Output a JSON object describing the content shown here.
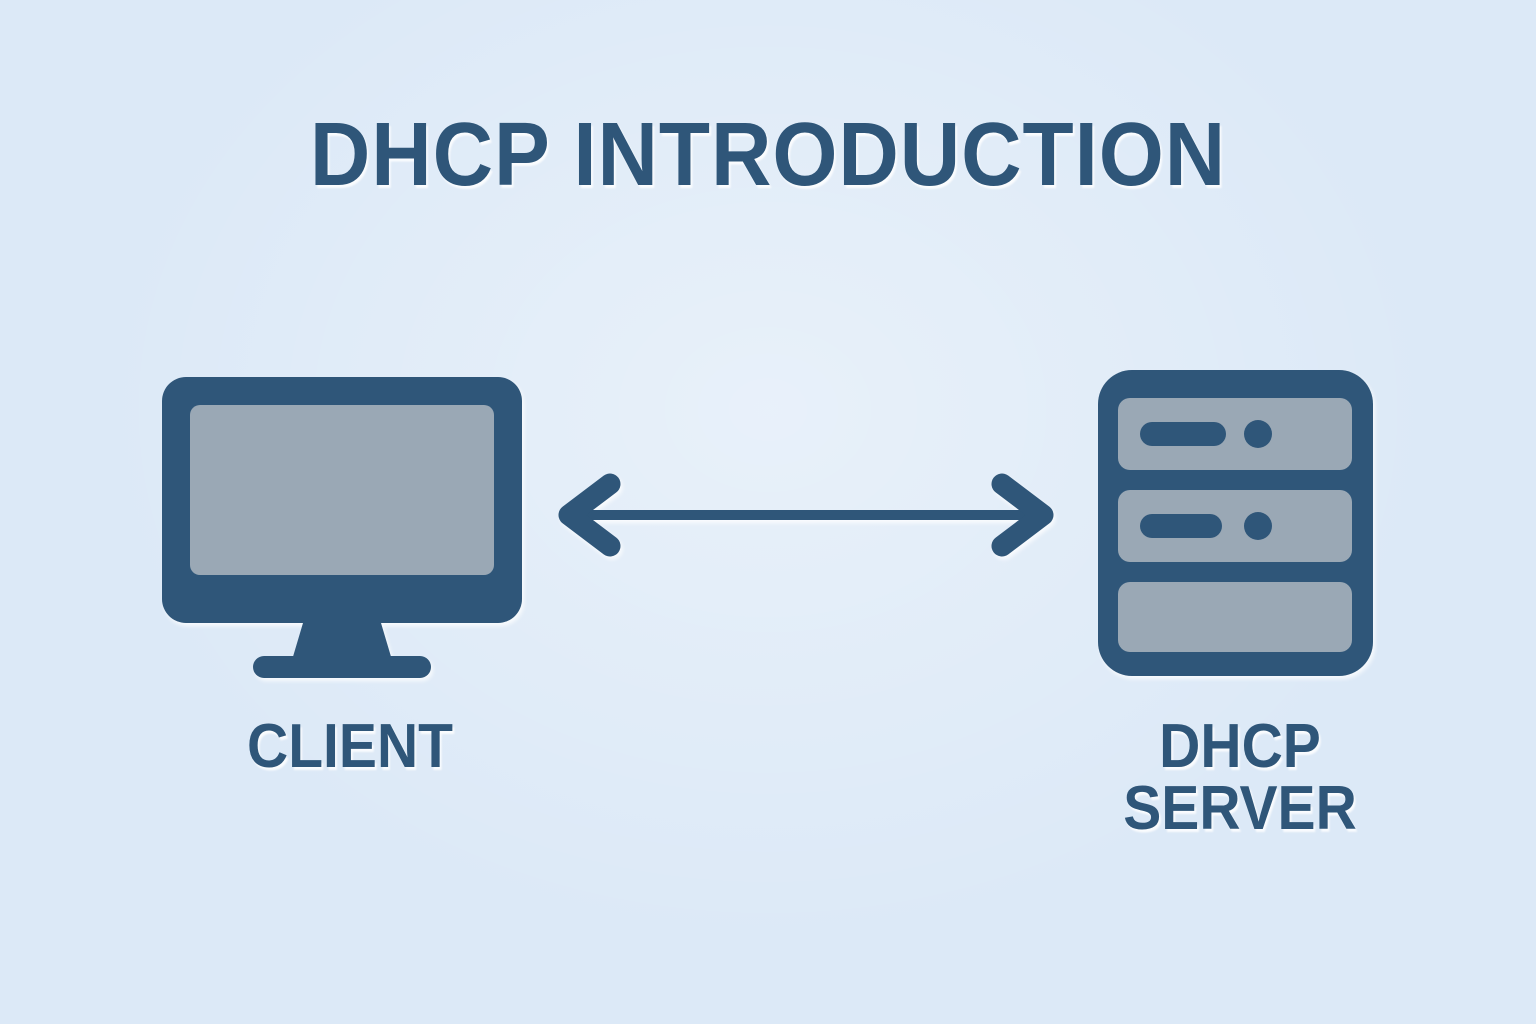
{
  "page": {
    "title": "DHCP INTRODUCTION",
    "background_color": "#dce9f7",
    "accent_color": "#2f5679",
    "panel_color": "#9aa8b5"
  },
  "diagram": {
    "type": "network-diagram",
    "nodes": [
      {
        "id": "client",
        "icon": "desktop-monitor-icon",
        "label_lines": [
          "CLIENT"
        ]
      },
      {
        "id": "dhcp-server",
        "icon": "server-rack-icon",
        "label_lines": [
          "DHCP",
          "SERVER"
        ]
      }
    ],
    "connector": {
      "id": "client-server-link",
      "icon": "double-headed-arrow-icon",
      "direction": "bidirectional",
      "from": "client",
      "to": "dhcp-server"
    }
  }
}
